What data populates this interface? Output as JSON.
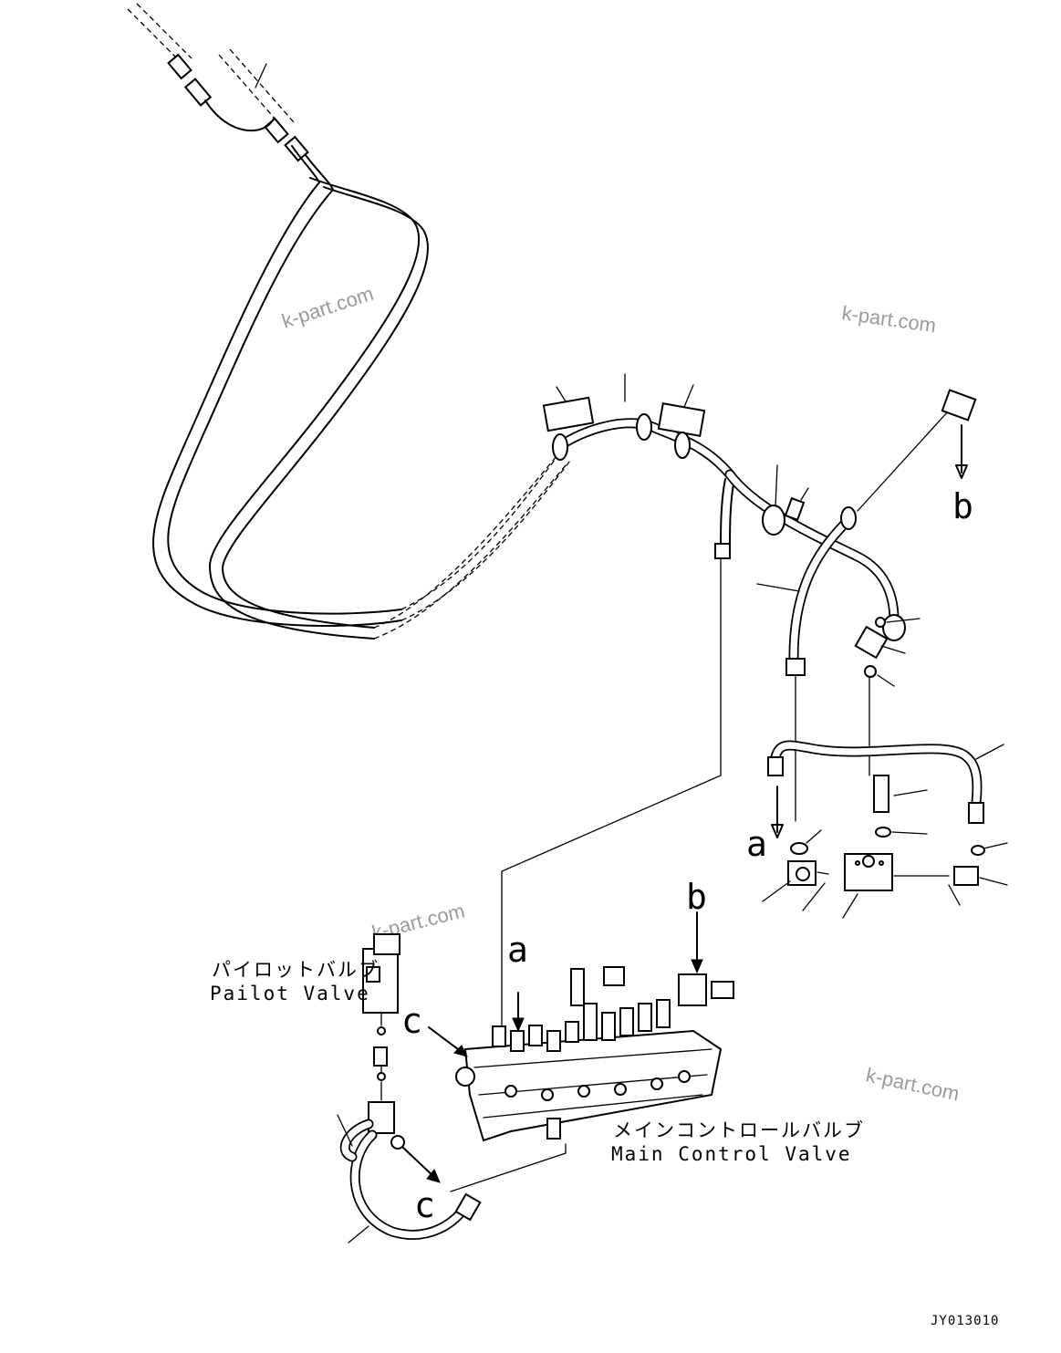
{
  "callouts": {
    "a_top": "a",
    "a_bottom": "a",
    "b_top": "b",
    "b_bottom": "b",
    "c_left": "c",
    "c_bottom": "c"
  },
  "labels": {
    "pilot_valve_jp": "パイロットバルブ",
    "pilot_valve_en": "Pailot Valve",
    "main_valve_jp": "メインコントロールバルブ",
    "main_valve_en": "Main Control Valve"
  },
  "watermarks": [
    "k-part.com",
    "k-part.com",
    "k-part.com",
    "k-part.com"
  ],
  "drawing_code": "JY013010"
}
